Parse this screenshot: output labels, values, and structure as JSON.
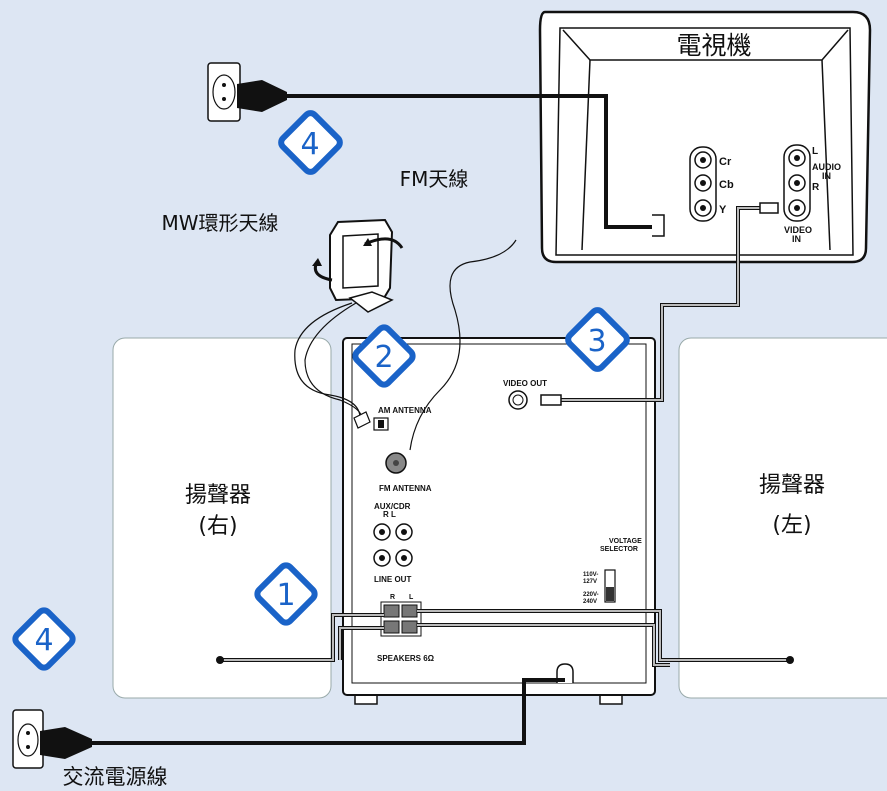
{
  "labels": {
    "tv": "電視機",
    "fm_antenna": "FM天線",
    "mw_antenna": "MW環形天線",
    "speaker_right": "揚聲器",
    "speaker_right_side": "(右)",
    "speaker_left": "揚聲器",
    "speaker_left_side": "(左)",
    "ac_power": "交流電源線"
  },
  "tv_panel": {
    "cr": "Cr",
    "cb": "Cb",
    "y": "Y",
    "l": "L",
    "audio": "AUDIO",
    "in1": "IN",
    "r": "R",
    "video": "VIDEO",
    "in2": "IN"
  },
  "unit_panel": {
    "video_out": "VIDEO  OUT",
    "am_antenna": "AM ANTENNA",
    "fm_antenna": "FM  ANTENNA",
    "aux_cdr": "AUX/CDR",
    "aux_rl": "R    L",
    "line_out": "LINE   OUT",
    "voltage": "VOLTAGE",
    "selector": "SELECTOR",
    "v110": "110V-",
    "v127": "127V",
    "v220": "220V-",
    "v240": "240V",
    "spk_r": "R",
    "spk_l": "L",
    "speakers": "SPEAKERS 6Ω"
  },
  "steps": {
    "one": "1",
    "two": "2",
    "three": "3",
    "four_top": "4",
    "four_bottom": "4"
  },
  "colors": {
    "background": "#dde6f3",
    "badge": "#1a63c8",
    "panel": "#ffffff",
    "cable": "#111111"
  }
}
